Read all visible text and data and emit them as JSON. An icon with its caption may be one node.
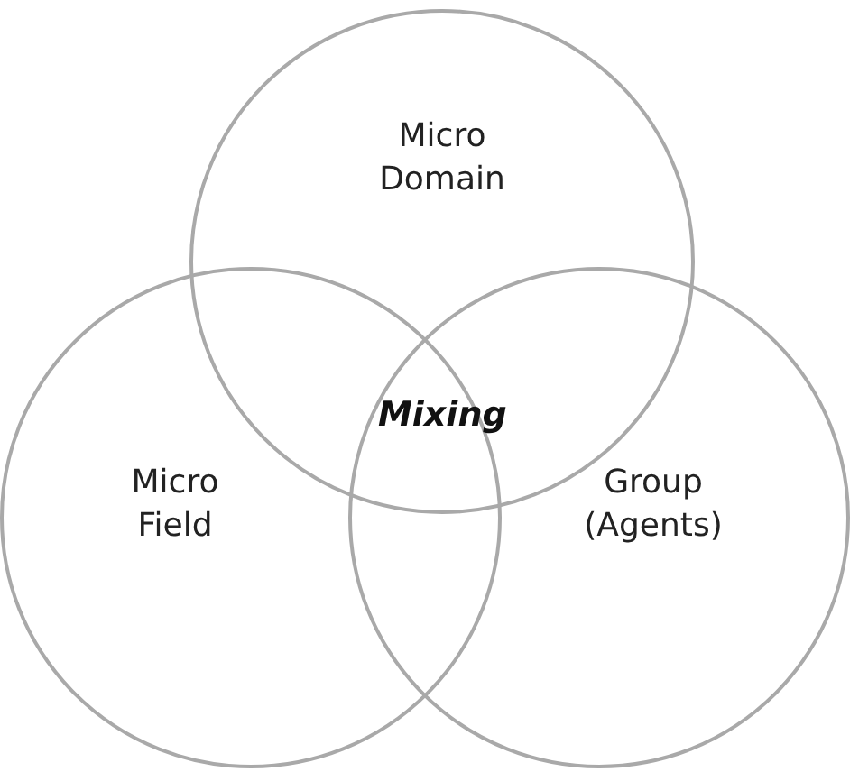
{
  "diagram": {
    "nodes": [
      {
        "text": [
          "Micro Domain"
        ]
      },
      {
        "text": [
          "Micro Field"
        ]
      },
      {
        "text": [
          "Group (Agents)"
        ]
      }
    ],
    "edges": [],
    "labels": [
      "Mixing"
    ]
  }
}
